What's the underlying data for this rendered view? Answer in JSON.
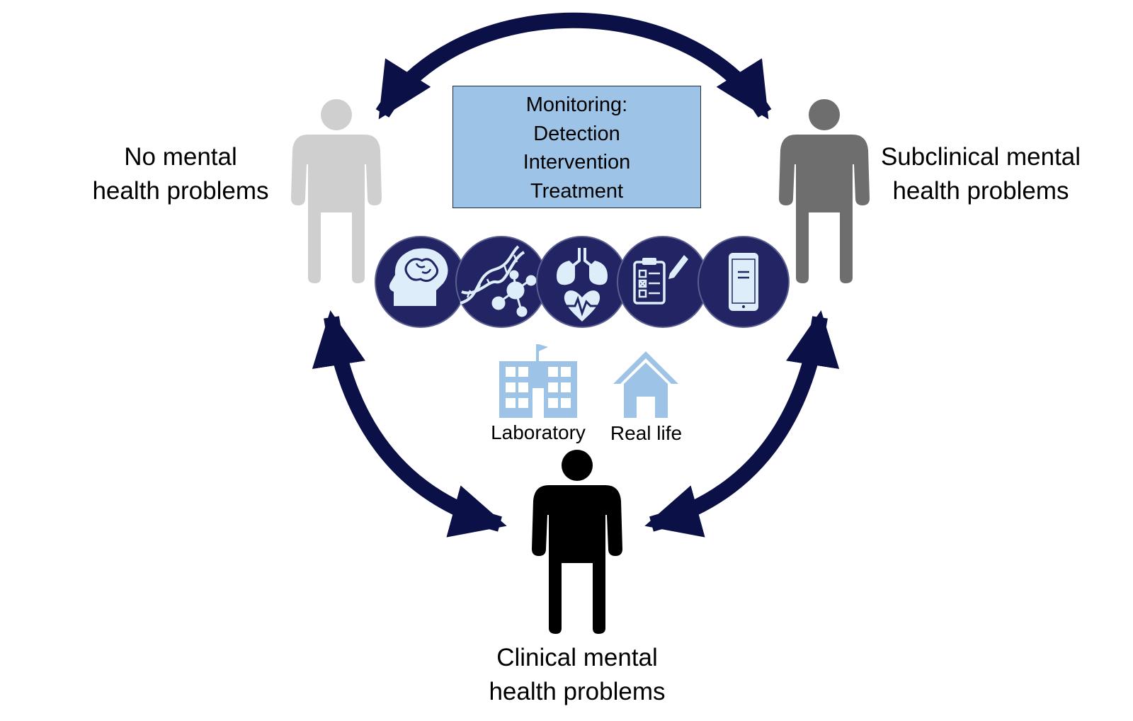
{
  "colors": {
    "arrow": "#0b1147",
    "circle": "#232464",
    "icon_fill": "#ddeefa",
    "box_fill": "#9dc3e6",
    "building": "#9dc3e6",
    "person_none": "#cfcfcf",
    "person_subclinical": "#6e6e6e",
    "person_clinical": "#000000"
  },
  "states": {
    "none": {
      "line1": "No mental",
      "line2": "health problems"
    },
    "subclinical": {
      "line1": "Subclinical mental",
      "line2": "health problems"
    },
    "clinical": {
      "line1": "Clinical mental",
      "line2": "health problems"
    }
  },
  "monitoring": {
    "lines": [
      "Monitoring:",
      "Detection",
      "Intervention",
      "Treatment"
    ]
  },
  "modalities": [
    "brain-icon",
    "dna-molecule-icon",
    "lungs-heart-icon",
    "questionnaire-icon",
    "smartphone-icon"
  ],
  "settings": {
    "laboratory": "Laboratory",
    "real_life": "Real life"
  }
}
